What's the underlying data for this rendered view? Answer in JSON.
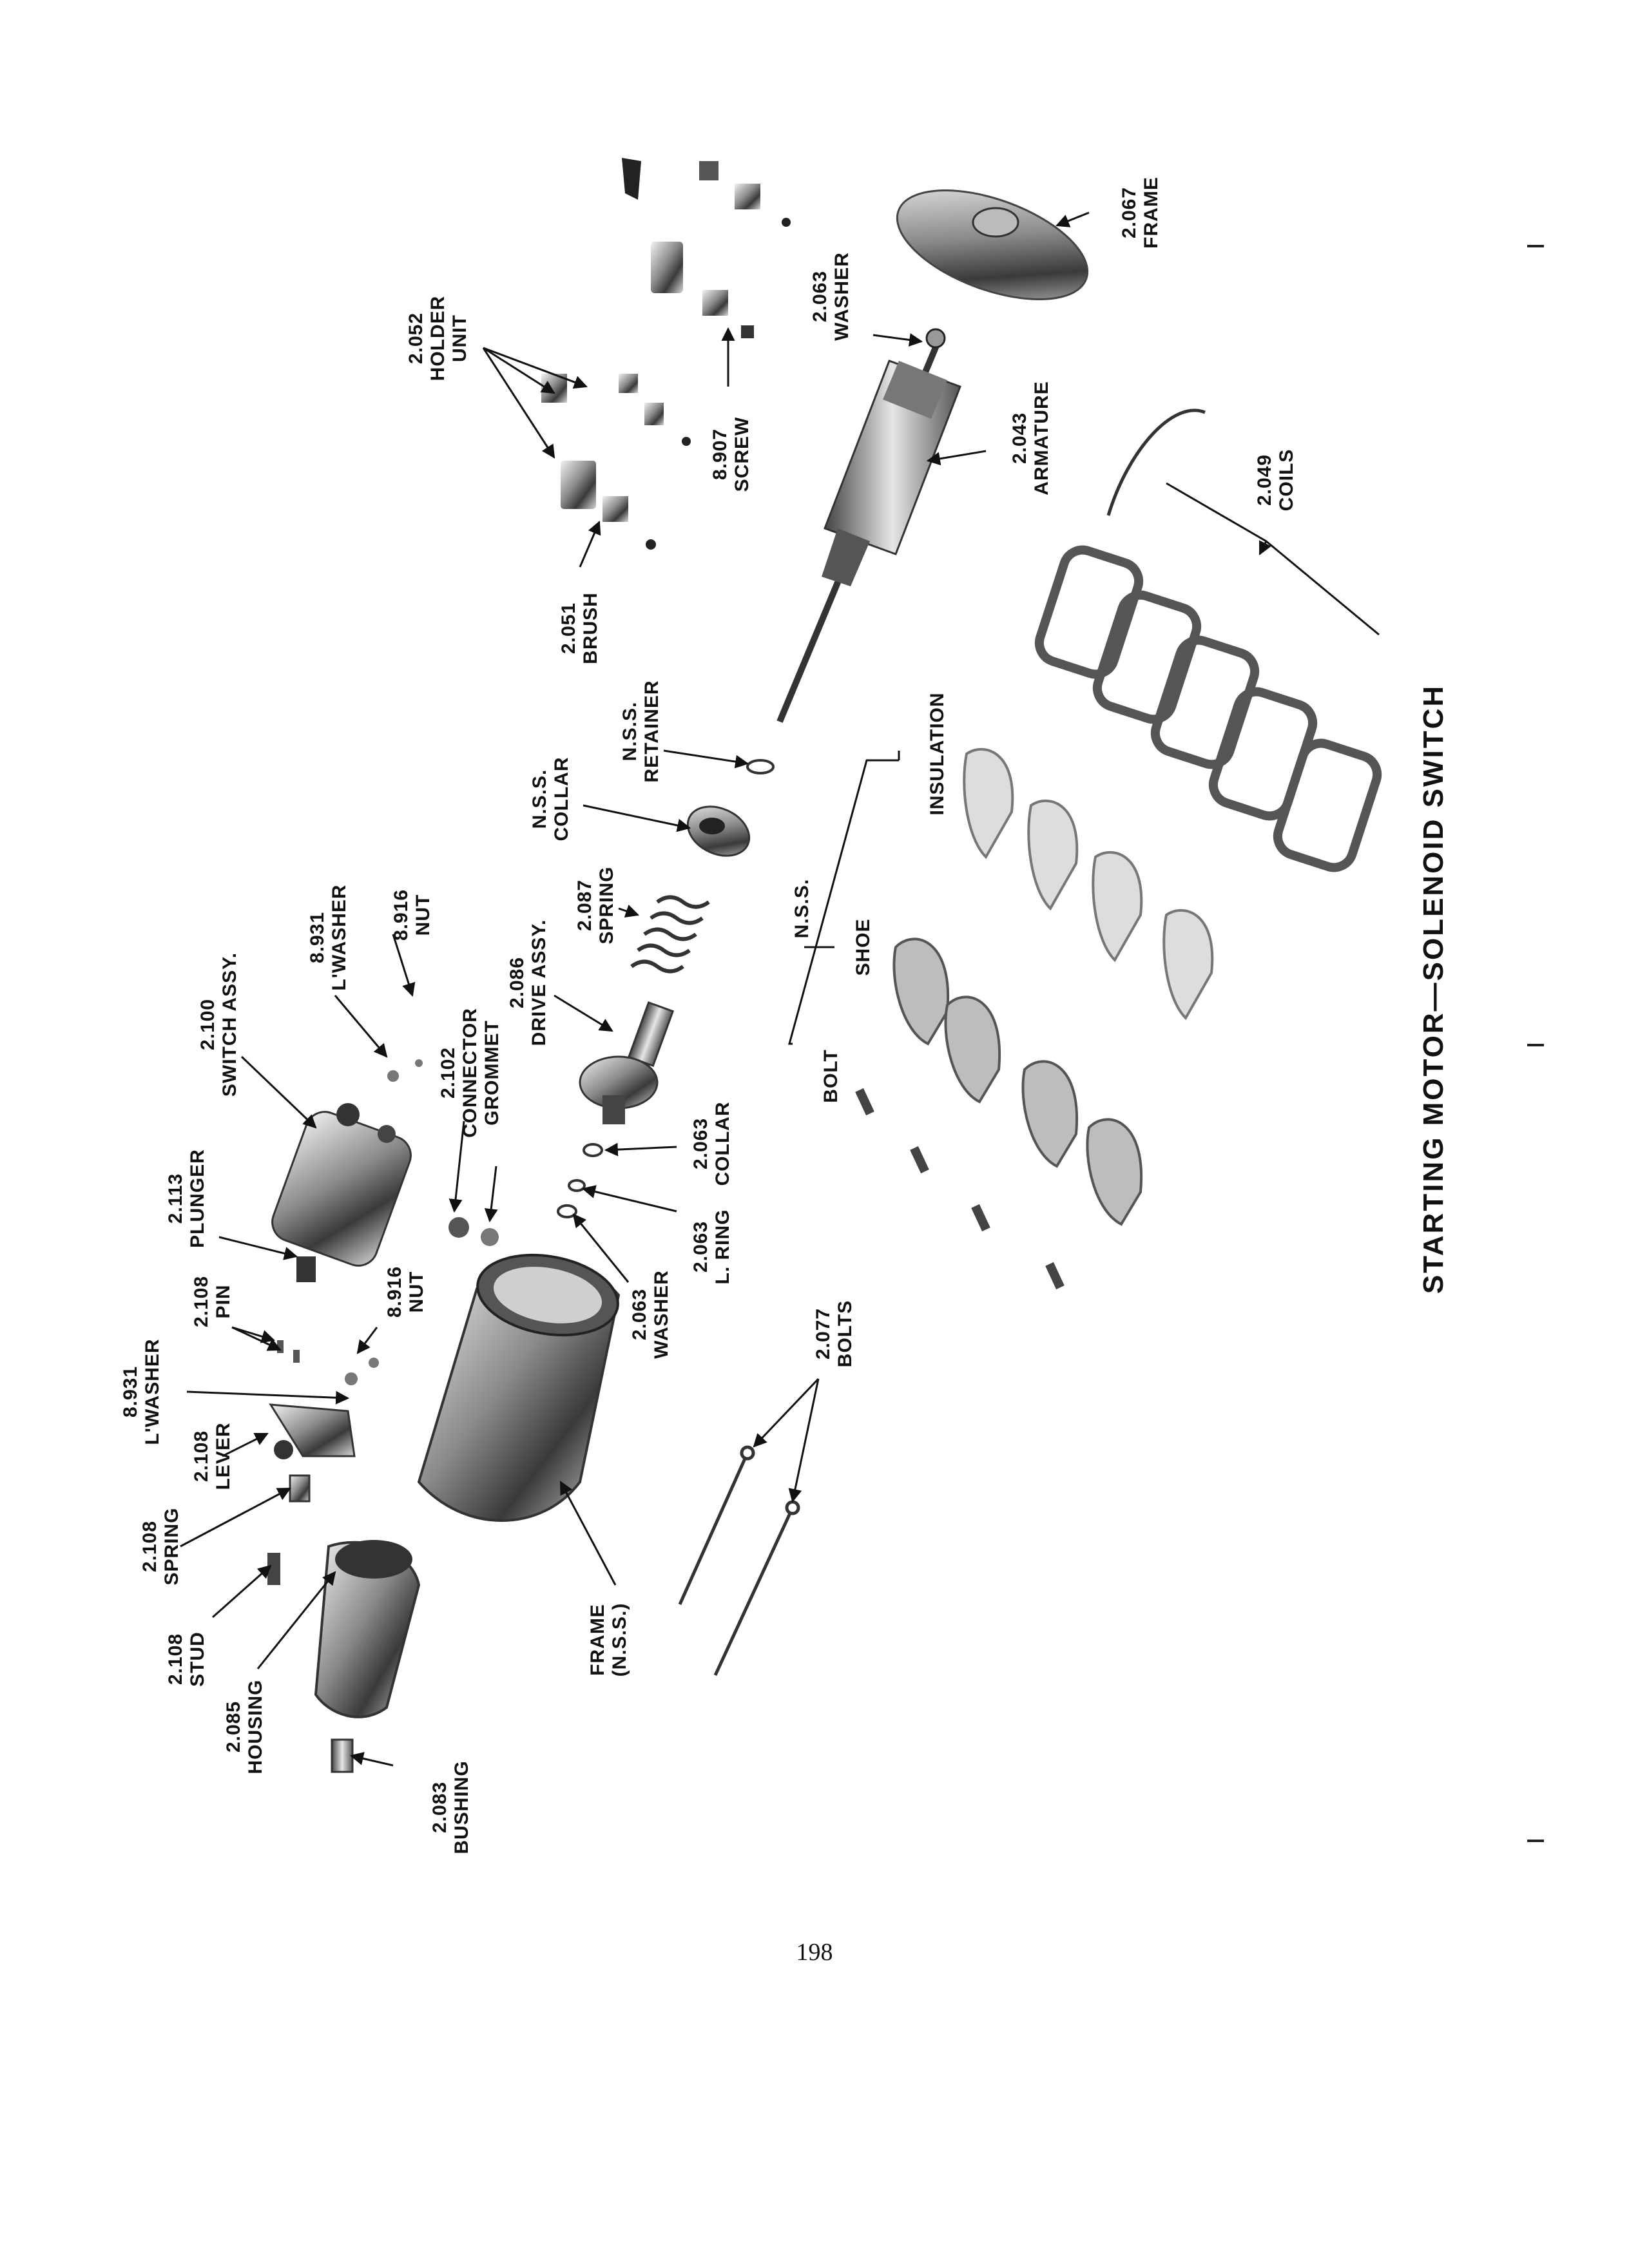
{
  "title": "STARTING MOTOR—SOLENOID SWITCH",
  "page_number": "198",
  "labels": {
    "frame_2067": {
      "number": "2.067",
      "name": "FRAME"
    },
    "washer_2063_top": {
      "number": "2.063",
      "name": "WASHER"
    },
    "holder_2052": {
      "number": "2.052",
      "name1": "HOLDER",
      "name2": "UNIT"
    },
    "armature_2043": {
      "number": "2.043",
      "name": "ARMATURE"
    },
    "screw_8907": {
      "number": "8.907",
      "name": "SCREW"
    },
    "coils_2049": {
      "number": "2.049",
      "name": "COILS"
    },
    "brush_2051": {
      "number": "2.051",
      "name": "BRUSH"
    },
    "retainer_nss": {
      "number": "N.S.S.",
      "name": "RETAINER"
    },
    "collar_nss": {
      "number": "N.S.S.",
      "name": "COLLAR"
    },
    "insulation": {
      "name": "INSULATION"
    },
    "spring_2087": {
      "number": "2.087",
      "name": "SPRING"
    },
    "nss_group": {
      "name": "N.S.S."
    },
    "shoe": {
      "name": "SHOE"
    },
    "bolt": {
      "name": "BOLT"
    },
    "drive_2086": {
      "number": "2.086",
      "name": "DRIVE ASSY."
    },
    "lwasher_8931_top": {
      "number": "8.931",
      "name": "L'WASHER"
    },
    "nut_8916_top": {
      "number": "8.916",
      "name": "NUT"
    },
    "switch_2100": {
      "number": "2.100",
      "name": "SWITCH ASSY."
    },
    "connector_2102": {
      "number": "2.102",
      "name1": "CONNECTOR",
      "name2": "GROMMET"
    },
    "plunger_2113": {
      "number": "2.113",
      "name": "PLUNGER"
    },
    "collar_2063": {
      "number": "2.063",
      "name": "COLLAR"
    },
    "ring_2063": {
      "number": "2.063",
      "name": "L. RING"
    },
    "washer_2063_low": {
      "number": "2.063",
      "name": "WASHER"
    },
    "pin_2108": {
      "number": "2.108",
      "name": "PIN"
    },
    "nut_8916_low": {
      "number": "8.916",
      "name": "NUT"
    },
    "lwasher_8931_low": {
      "number": "8.931",
      "name": "L'WASHER"
    },
    "lever_2108": {
      "number": "2.108",
      "name": "LEVER"
    },
    "spring_2108": {
      "number": "2.108",
      "name": "SPRING"
    },
    "stud_2108": {
      "number": "2.108",
      "name": "STUD"
    },
    "housing_2085": {
      "number": "2.085",
      "name": "HOUSING"
    },
    "bushing_2083": {
      "number": "2.083",
      "name": "BUSHING"
    },
    "frame_nss": {
      "number": "FRAME",
      "name": "(N.S.S.)"
    },
    "bolts_2077": {
      "number": "2.077",
      "name": "BOLTS"
    }
  }
}
